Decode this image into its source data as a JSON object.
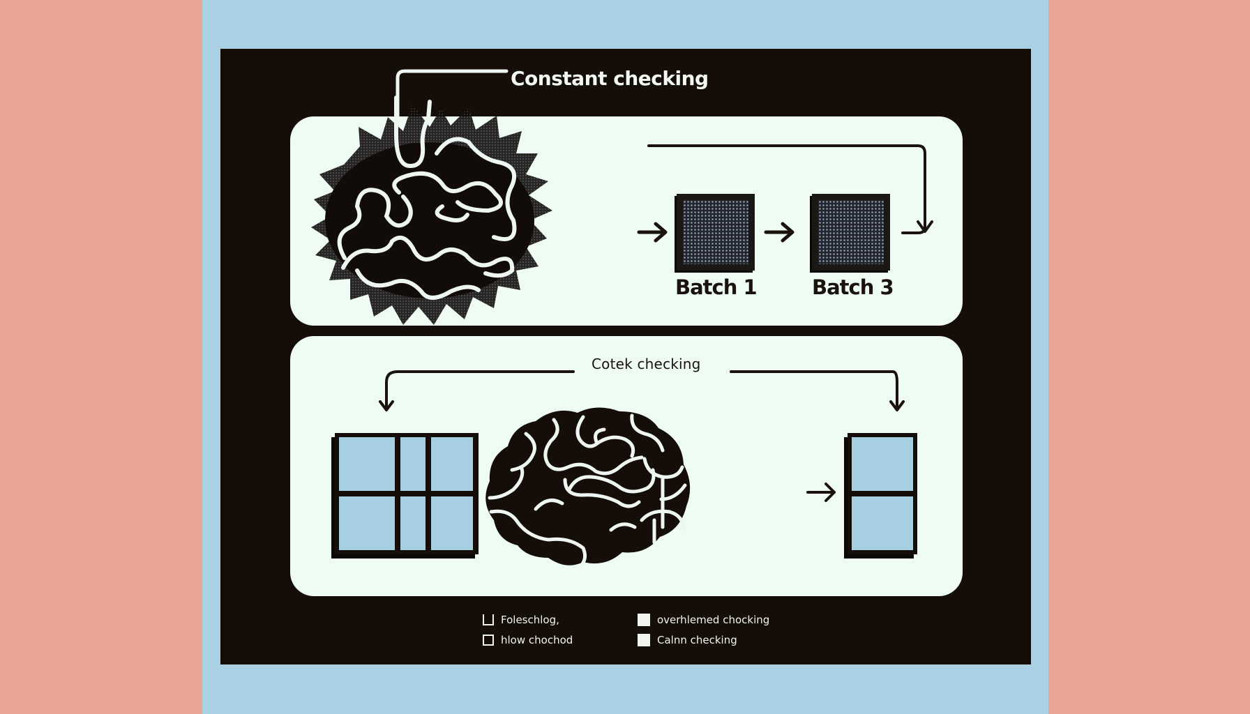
{
  "colors": {
    "side_background": "#eba596",
    "center_band": "#a9d1e3",
    "frame_background": "#150d08",
    "panel_background": "#eefcf4",
    "ink": "#1a120d",
    "light_ink": "#f2f7f1",
    "window_pane": "#a6cfe1",
    "batch_dots": "#a7b7d3"
  },
  "top_section": {
    "title": "Constant checking",
    "blob_icon": "chaotic-spiky-brain-icon",
    "batches": [
      {
        "label": "Batch 1",
        "icon": "noisy-grid-square-icon"
      },
      {
        "label": "Batch 3",
        "icon": "noisy-grid-square-icon"
      }
    ],
    "arrows": [
      "arrow-right",
      "arrow-right",
      "loop-arrow-down"
    ]
  },
  "bottom_section": {
    "title": "Cotek checking",
    "brain_icon": "calm-brain-icon",
    "left_grid": {
      "icon": "window-grid-icon",
      "columns": 3,
      "rows": 2
    },
    "right_grid": {
      "icon": "window-column-icon",
      "columns": 1,
      "rows": 2
    },
    "arrows": [
      "arrow-left",
      "arrow-right",
      "bracket-arrow-left-down",
      "bracket-arrow-right-down"
    ]
  },
  "legend": {
    "items": [
      {
        "label": "Foleschlog,",
        "swatch": "open-top-square"
      },
      {
        "label": "overhlemed chocking",
        "swatch": "filled-square"
      },
      {
        "label": "hlow chochod",
        "swatch": "outline-square"
      },
      {
        "label": "Calnn checking",
        "swatch": "filled-square"
      }
    ]
  }
}
